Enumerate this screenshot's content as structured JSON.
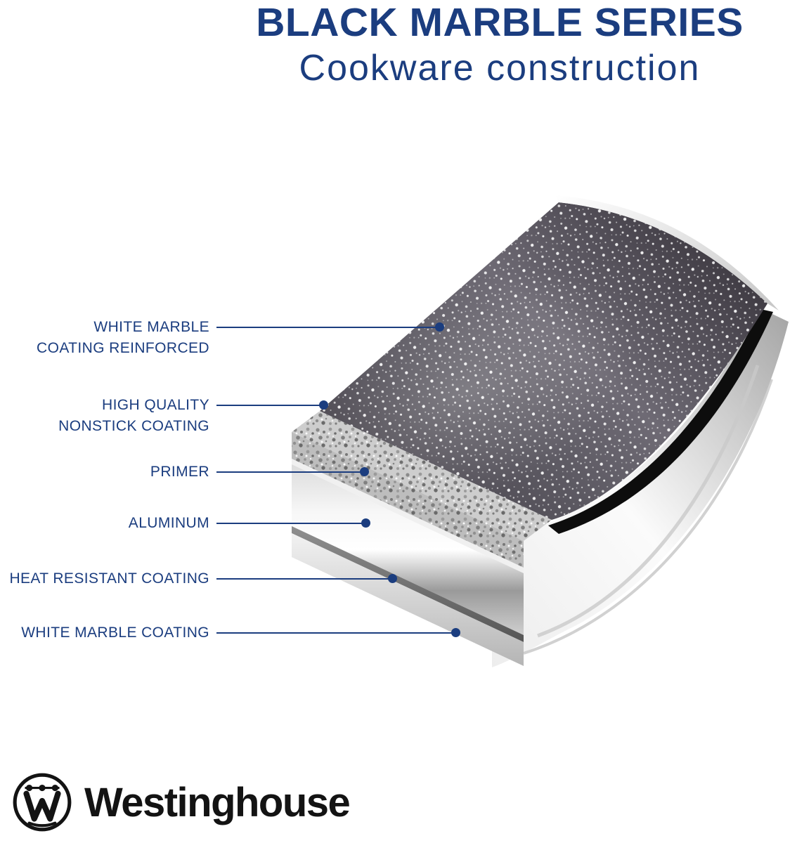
{
  "title": "BLACK MARBLE SERIES",
  "subtitle": "Cookware construction",
  "colors": {
    "navy": "#1b3d7f",
    "brand_black": "#131313"
  },
  "diagram": {
    "labels": [
      "WHITE MARBLE\nCOATING REINFORCED",
      "HIGH QUALITY\nNONSTICK COATING",
      "PRIMER",
      "ALUMINUM",
      "HEAT RESISTANT COATING",
      "WHITE MARBLE COATING"
    ]
  },
  "brand": {
    "name": "Westinghouse"
  }
}
